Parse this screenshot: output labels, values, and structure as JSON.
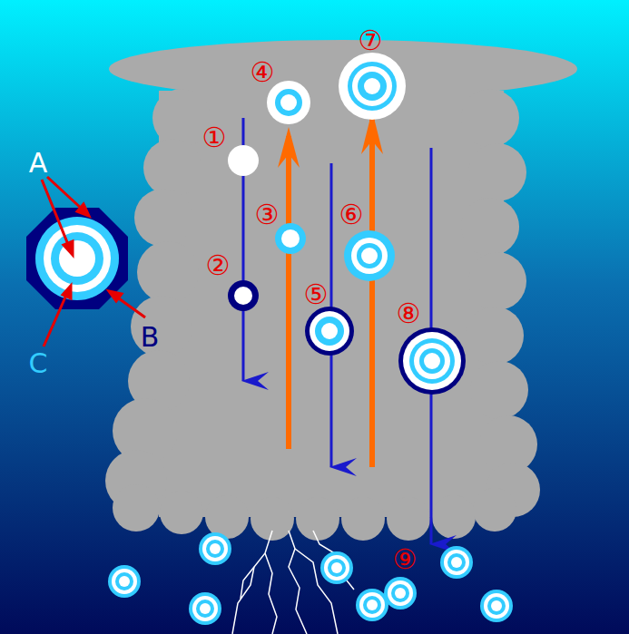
{
  "diagram": {
    "labels": [
      "①",
      "②",
      "③",
      "④",
      "⑤",
      "⑥",
      "⑦",
      "⑧",
      "⑨",
      "A",
      "B",
      "C"
    ]
  }
}
